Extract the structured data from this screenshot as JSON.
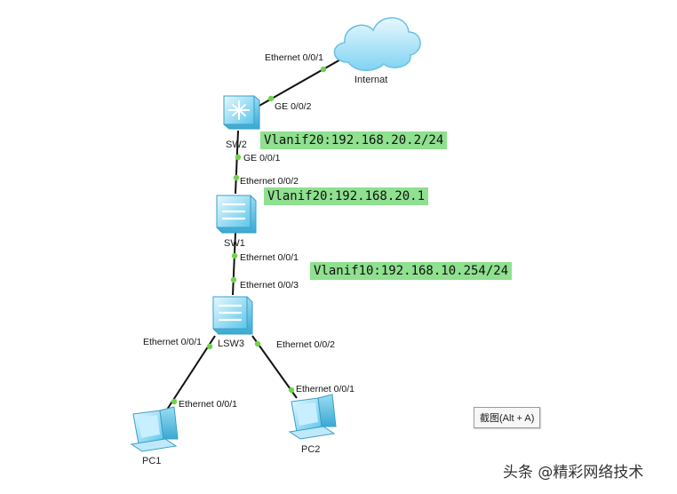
{
  "nodes": {
    "internet": "Internat",
    "sw2": "SW2",
    "sw1": "SW1",
    "lsw3": "LSW3",
    "pc1": "PC1",
    "pc2": "PC2"
  },
  "ports": {
    "internet_eth": "Ethernet 0/0/1",
    "sw2_ge002": "GE 0/0/2",
    "sw2_ge001": "GE 0/0/1",
    "sw1_eth002": "Ethernet 0/0/2",
    "sw1_eth001": "Ethernet 0/0/1",
    "lsw3_eth003": "Ethernet 0/0/3",
    "lsw3_eth001": "Ethernet 0/0/1",
    "lsw3_eth002": "Ethernet 0/0/2",
    "pc1_eth": "Ethernet 0/0/1",
    "pc2_eth": "Ethernet 0/0/1"
  },
  "vlanif": {
    "sw2": "Vlanif20:192.168.20.2/24",
    "sw1": "Vlanif20:192.168.20.1",
    "lsw3": "Vlanif10:192.168.10.254/24"
  },
  "tooltip": "截图(Alt + A)",
  "watermark": "头条 @精彩网络技术"
}
